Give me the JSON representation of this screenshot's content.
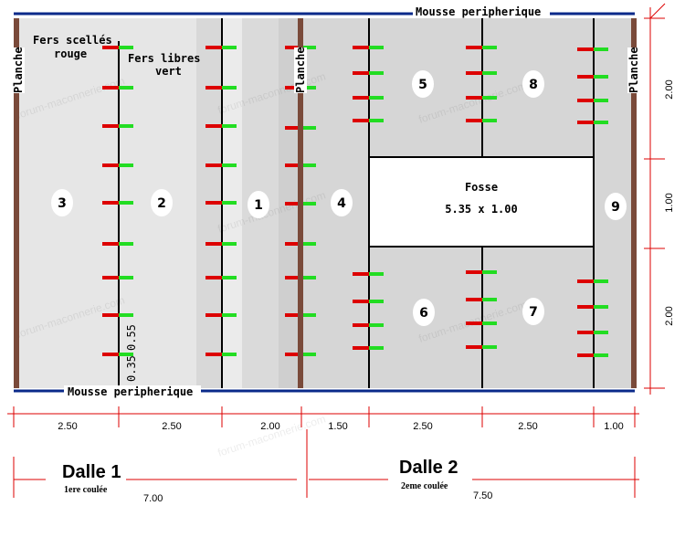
{
  "labels": {
    "mousse_top": "Mousse peripherique",
    "mousse_bottom": "Mousse peripherique",
    "fers_scelles_l1": "Fers scellés",
    "fers_scelles_l2": "rouge",
    "fers_libres_l1": "Fers libres",
    "fers_libres_l2": "vert",
    "planche": "Planche",
    "fosse_title": "Fosse",
    "fosse_dims": "5.35 x 1.00",
    "spacing_a": "0.55",
    "spacing_b": "0.35"
  },
  "zones": [
    "1",
    "2",
    "3",
    "4",
    "5",
    "6",
    "7",
    "8",
    "9"
  ],
  "dims_bottom": [
    "2.50",
    "2.50",
    "2.00",
    "1.50",
    "2.50",
    "2.50",
    "1.00"
  ],
  "dims_right": [
    "2.00",
    "1.00",
    "2.00"
  ],
  "dalle1": {
    "title": "Dalle 1",
    "sub": "1ere coulée",
    "length": "7.00"
  },
  "dalle2": {
    "title": "Dalle 2",
    "sub": "2eme coulée",
    "length": "7.50"
  },
  "watermark": "forum-maconnerie.com",
  "colors": {
    "rebar_sealed": "#dd0000",
    "rebar_free": "#22dd22",
    "mousse": "#0a2a8a",
    "planche": "#7a4a3a"
  }
}
